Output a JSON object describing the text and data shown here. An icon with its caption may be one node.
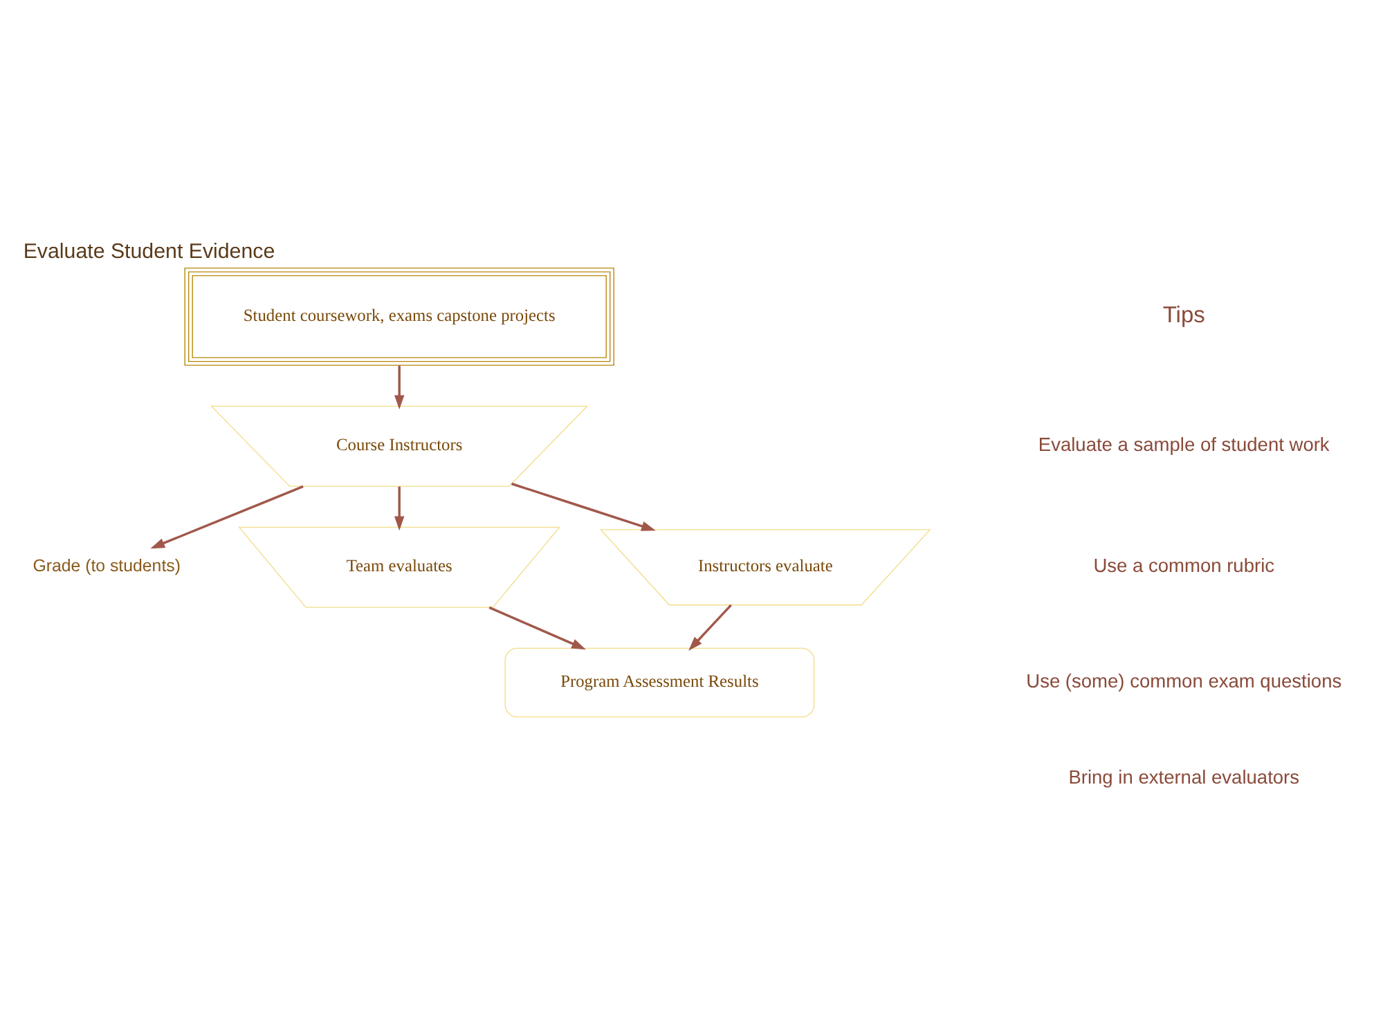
{
  "diagram": {
    "title": "Evaluate Student Evidence",
    "nodes": [
      {
        "text": [
          "Student coursework, exams capstone projects"
        ]
      },
      {
        "text": [
          "Course Instructors"
        ]
      },
      {
        "text": [
          "Grade (to students)"
        ]
      },
      {
        "text": [
          "Team evaluates"
        ]
      },
      {
        "text": [
          "Instructors evaluate"
        ]
      },
      {
        "text": [
          "Program Assessment Results"
        ]
      }
    ],
    "edges": [
      {
        "from": 0,
        "to": 1,
        "arrow": "to"
      },
      {
        "from": 1,
        "to": 2,
        "arrow": "to"
      },
      {
        "from": 1,
        "to": 3,
        "arrow": "to"
      },
      {
        "from": 1,
        "to": 4,
        "arrow": "to"
      },
      {
        "from": 3,
        "to": 5,
        "arrow": "to"
      },
      {
        "from": 4,
        "to": 5,
        "arrow": "to"
      }
    ],
    "labels": [
      "Tips",
      "Evaluate a sample of student work",
      "Use a common rubric",
      "Use (some) common exam questions",
      "Bring in external evaluators"
    ]
  }
}
